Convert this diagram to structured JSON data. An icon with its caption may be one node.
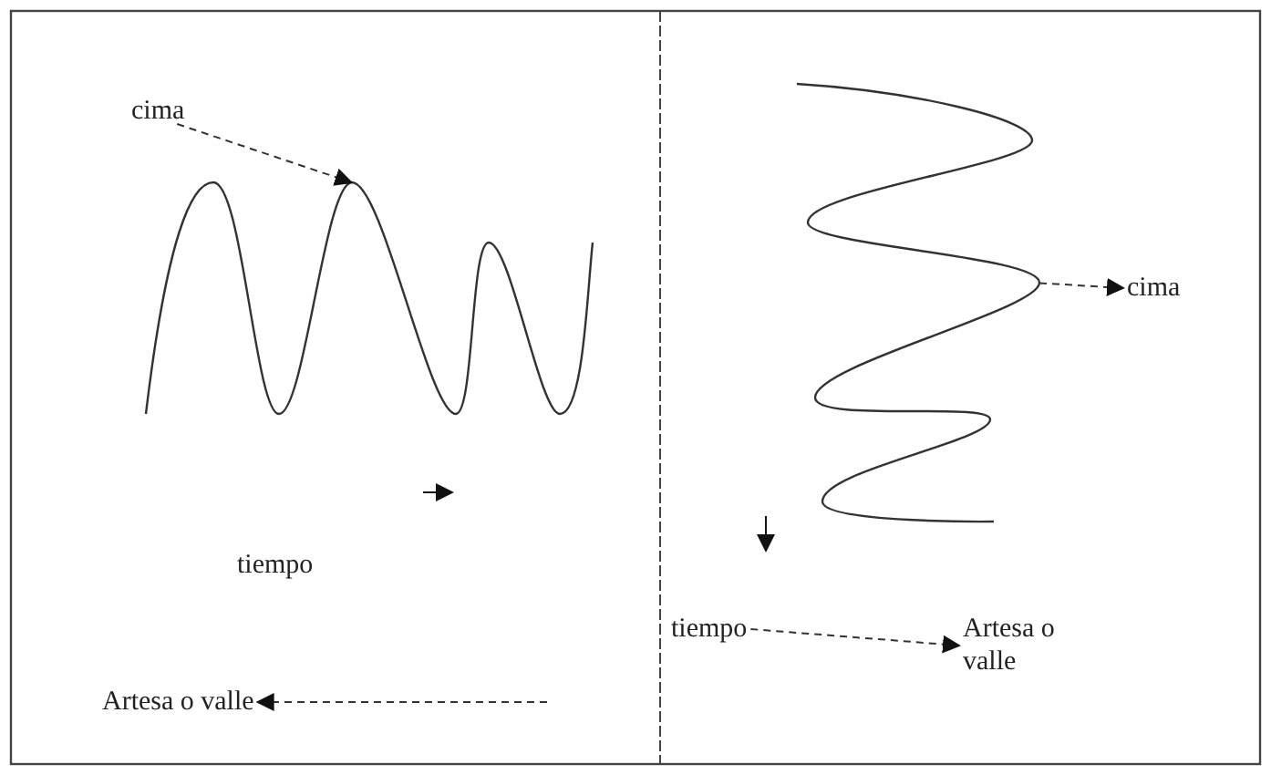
{
  "diagram": {
    "nodes": [
      {
        "text": [
          "cima"
        ]
      },
      {
        "text": [],
        "shape": "picture"
      },
      {
        "text": [
          "Artesa o valle"
        ]
      },
      {
        "text": [],
        "shape": "picture"
      },
      {
        "text": [
          "cima"
        ]
      },
      {
        "text": [
          "tiempo"
        ]
      },
      {
        "text": [
          "Artesa o valle"
        ]
      }
    ],
    "edges": [
      {
        "from": 0,
        "to": 1,
        "arrow": "to",
        "style": "dashed"
      },
      {
        "from": null,
        "to": 2,
        "arrow": "to",
        "style": "dashed"
      },
      {
        "from": 3,
        "to": 4,
        "arrow": "to",
        "style": "dashed"
      },
      {
        "from": 5,
        "to": 6,
        "arrow": "to",
        "style": "dashed"
      }
    ],
    "labels": [
      "tiempo"
    ]
  }
}
